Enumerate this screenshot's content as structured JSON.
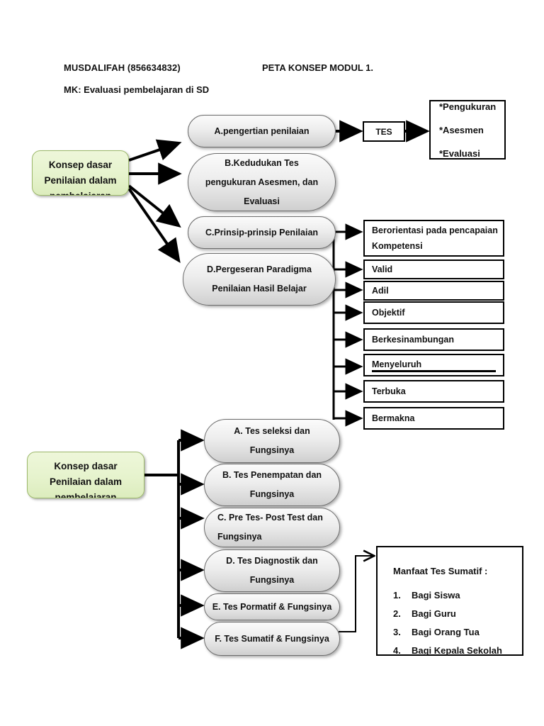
{
  "header": {
    "author": "MUSDALIFAH (856634832)",
    "title": "PETA KONSEP MODUL 1.",
    "course": "MK: Evaluasi pembelajaran di SD"
  },
  "colors": {
    "green_fill": "#e6f3cd",
    "green_border": "#9cb86a",
    "gray_fill": "#ededed",
    "gray_border": "#6d6d6d",
    "line": "#000000",
    "page_background": "#ffffff"
  },
  "root_nodes": [
    {
      "id": "root-1",
      "line1": "Konsep dasar",
      "line2": "Penilaian dalam",
      "line3": "pembelajaran"
    },
    {
      "id": "root-2",
      "line1": "Konsep dasar",
      "line2": "Penilaian dalam",
      "line3": "pembelajaran"
    }
  ],
  "top_branch": {
    "items": [
      {
        "id": "a",
        "lines": [
          "A.pengertian penilaian"
        ]
      },
      {
        "id": "b",
        "lines": [
          "B.Kedudukan Tes",
          "pengukuran Asesmen, dan",
          "Evaluasi"
        ]
      },
      {
        "id": "c",
        "lines": [
          "C.Prinsip-prinsip Penilaian"
        ]
      },
      {
        "id": "d",
        "lines": [
          "D.Pergeseran Paradigma",
          "Penilaian Hasil Belajar"
        ]
      }
    ]
  },
  "tes_node": {
    "label": "TES"
  },
  "tes_bullets": {
    "items": [
      "*Pengukuran",
      "*Asesmen",
      "*Evaluasi"
    ]
  },
  "principles": {
    "items": [
      {
        "id": "p1",
        "lines": [
          "Berorientasi pada pencapaian",
          "Kompetensi"
        ]
      },
      {
        "id": "p2",
        "lines": [
          "Valid"
        ]
      },
      {
        "id": "p3",
        "lines": [
          "Adil"
        ]
      },
      {
        "id": "p4",
        "lines": [
          "Objektif"
        ]
      },
      {
        "id": "p5",
        "lines": [
          "Berkesinambungan"
        ]
      },
      {
        "id": "p6",
        "lines": [
          "Menyeluruh"
        ]
      },
      {
        "id": "p7",
        "lines": [
          "Terbuka"
        ]
      },
      {
        "id": "p8",
        "lines": [
          "Bermakna"
        ]
      }
    ]
  },
  "bottom_branch": {
    "items": [
      {
        "id": "ba",
        "lines": [
          "A.   Tes seleksi dan",
          "Fungsinya"
        ],
        "align": "center"
      },
      {
        "id": "bb",
        "lines": [
          "B. Tes Penempatan dan",
          "Fungsinya"
        ],
        "align": "center"
      },
      {
        "id": "bc",
        "lines": [
          "C. Pre Tes- Post Test dan",
          "Fungsinya"
        ],
        "align": "left"
      },
      {
        "id": "bd",
        "lines": [
          "D. Tes Diagnostik dan",
          "Fungsinya"
        ],
        "align": "center"
      },
      {
        "id": "be",
        "lines": [
          "E. Tes Pormatif & Fungsinya"
        ],
        "align": "center"
      },
      {
        "id": "bf",
        "lines": [
          "F. Tes Sumatif & Fungsinya"
        ],
        "align": "center"
      }
    ]
  },
  "manfaat": {
    "title": "Manfaat Tes Sumatif :",
    "items": [
      {
        "num": "1.",
        "label": "Bagi Siswa"
      },
      {
        "num": "2.",
        "label": "Bagi Guru"
      },
      {
        "num": "3.",
        "label": "Bagi Orang Tua"
      },
      {
        "num": "4.",
        "label": "Bagi Kepala Sekolah"
      }
    ]
  }
}
